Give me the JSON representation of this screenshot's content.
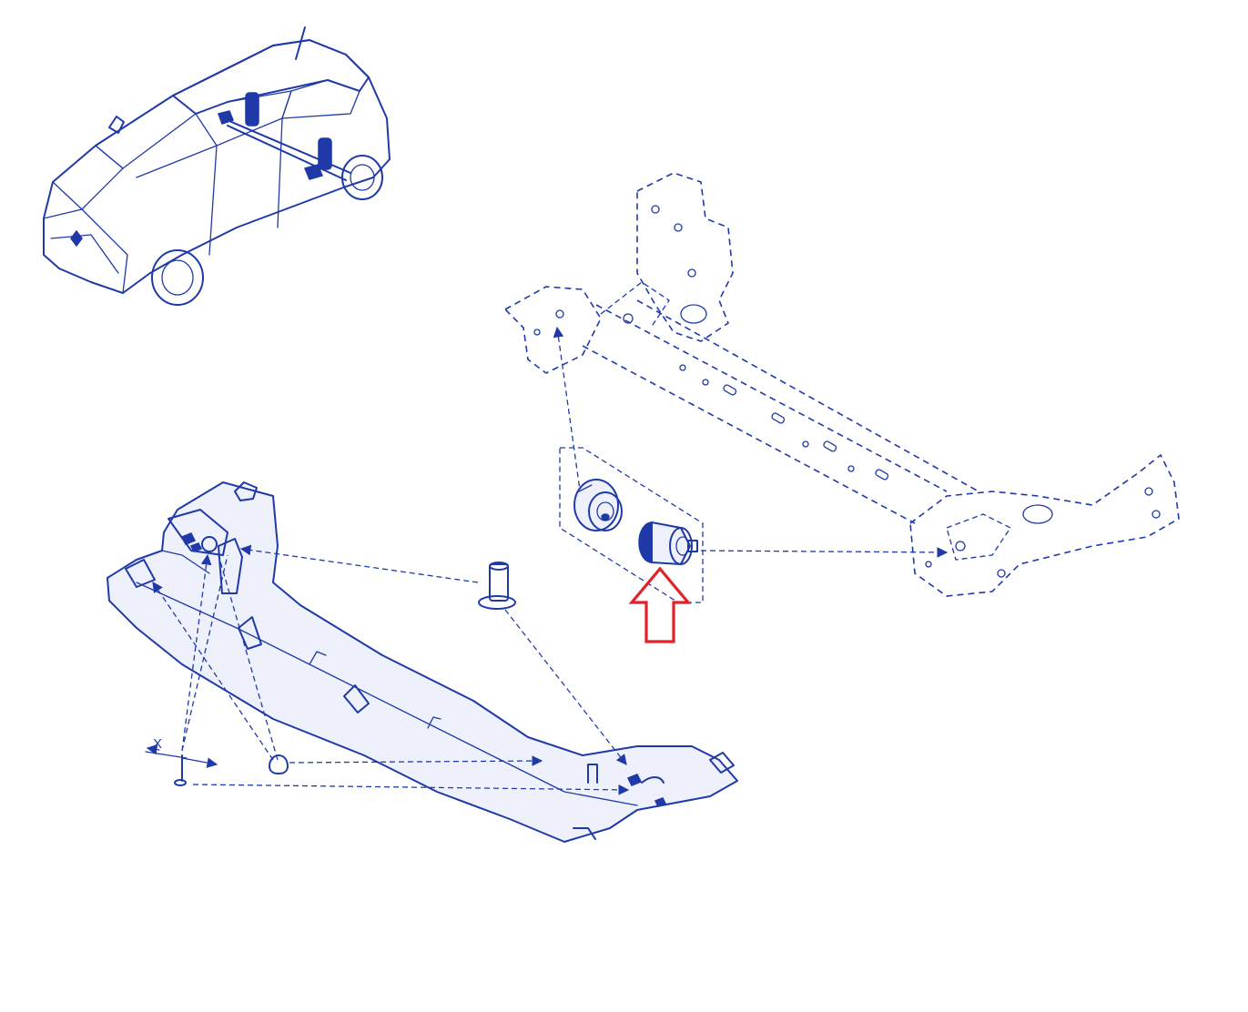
{
  "diagram": {
    "dimension_label": "X",
    "colors": {
      "line": "#1f3aa8",
      "callout": "#e0222a",
      "background": "#ffffff"
    },
    "components": [
      "vehicle-overview",
      "rear-axle-beam",
      "bushing-exploded",
      "bushing-highlighted",
      "underbody-shield",
      "spacer-sleeve",
      "clip-fastener",
      "pin-fastener"
    ]
  }
}
